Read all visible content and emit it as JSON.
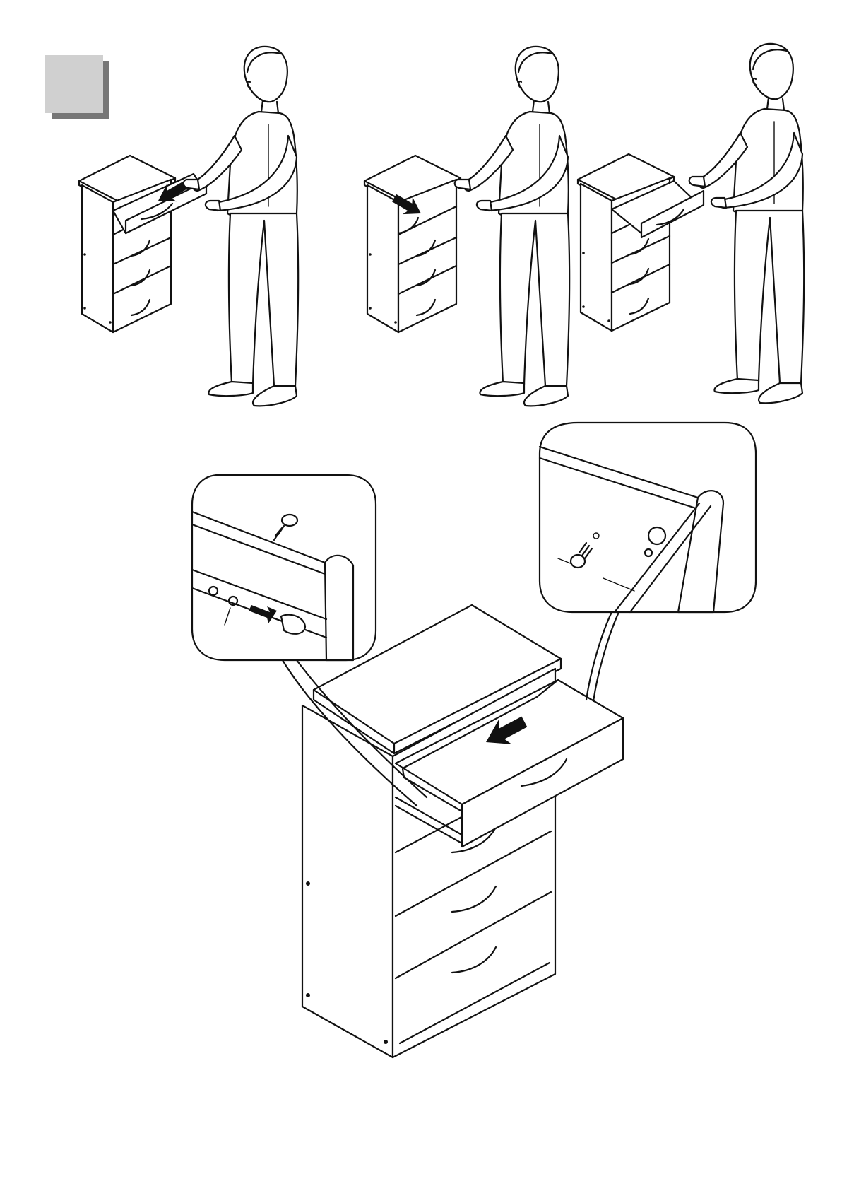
{
  "step": {
    "number": "",
    "badge_color": "#d0d0d0",
    "shadow_color": "#777777"
  },
  "panels": [
    {
      "icon": "person-opening-drawer"
    },
    {
      "icon": "person-pushing-drawer-closed"
    },
    {
      "icon": "person-pulling-drawer-out"
    }
  ],
  "main_illustration": {
    "icon": "chest-of-drawers-drawer-insertion",
    "callouts": [
      {
        "icon": "drawer-runner-screw-detail"
      },
      {
        "icon": "side-panel-screw-detail"
      }
    ]
  },
  "colors": {
    "line": "#111111",
    "background": "#ffffff"
  }
}
